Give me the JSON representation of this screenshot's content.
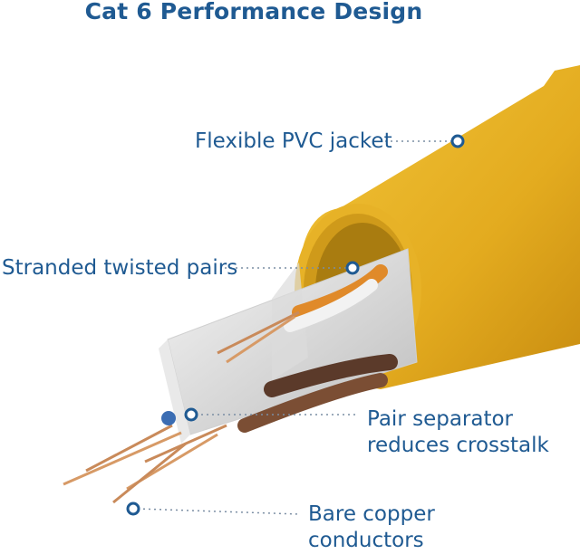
{
  "title": "Cat 6 Performance Design",
  "callouts": {
    "jacket": "Flexible PVC jacket",
    "twisted_pairs": "Stranded twisted pairs",
    "separator_line1": "Pair separator",
    "separator_line2": "reduces crosstalk",
    "copper_line1": "Bare copper",
    "copper_line2": "conductors"
  },
  "colors": {
    "text": "#1f5a92",
    "jacket": "#e8b92b",
    "marker": "#1f5a92"
  }
}
